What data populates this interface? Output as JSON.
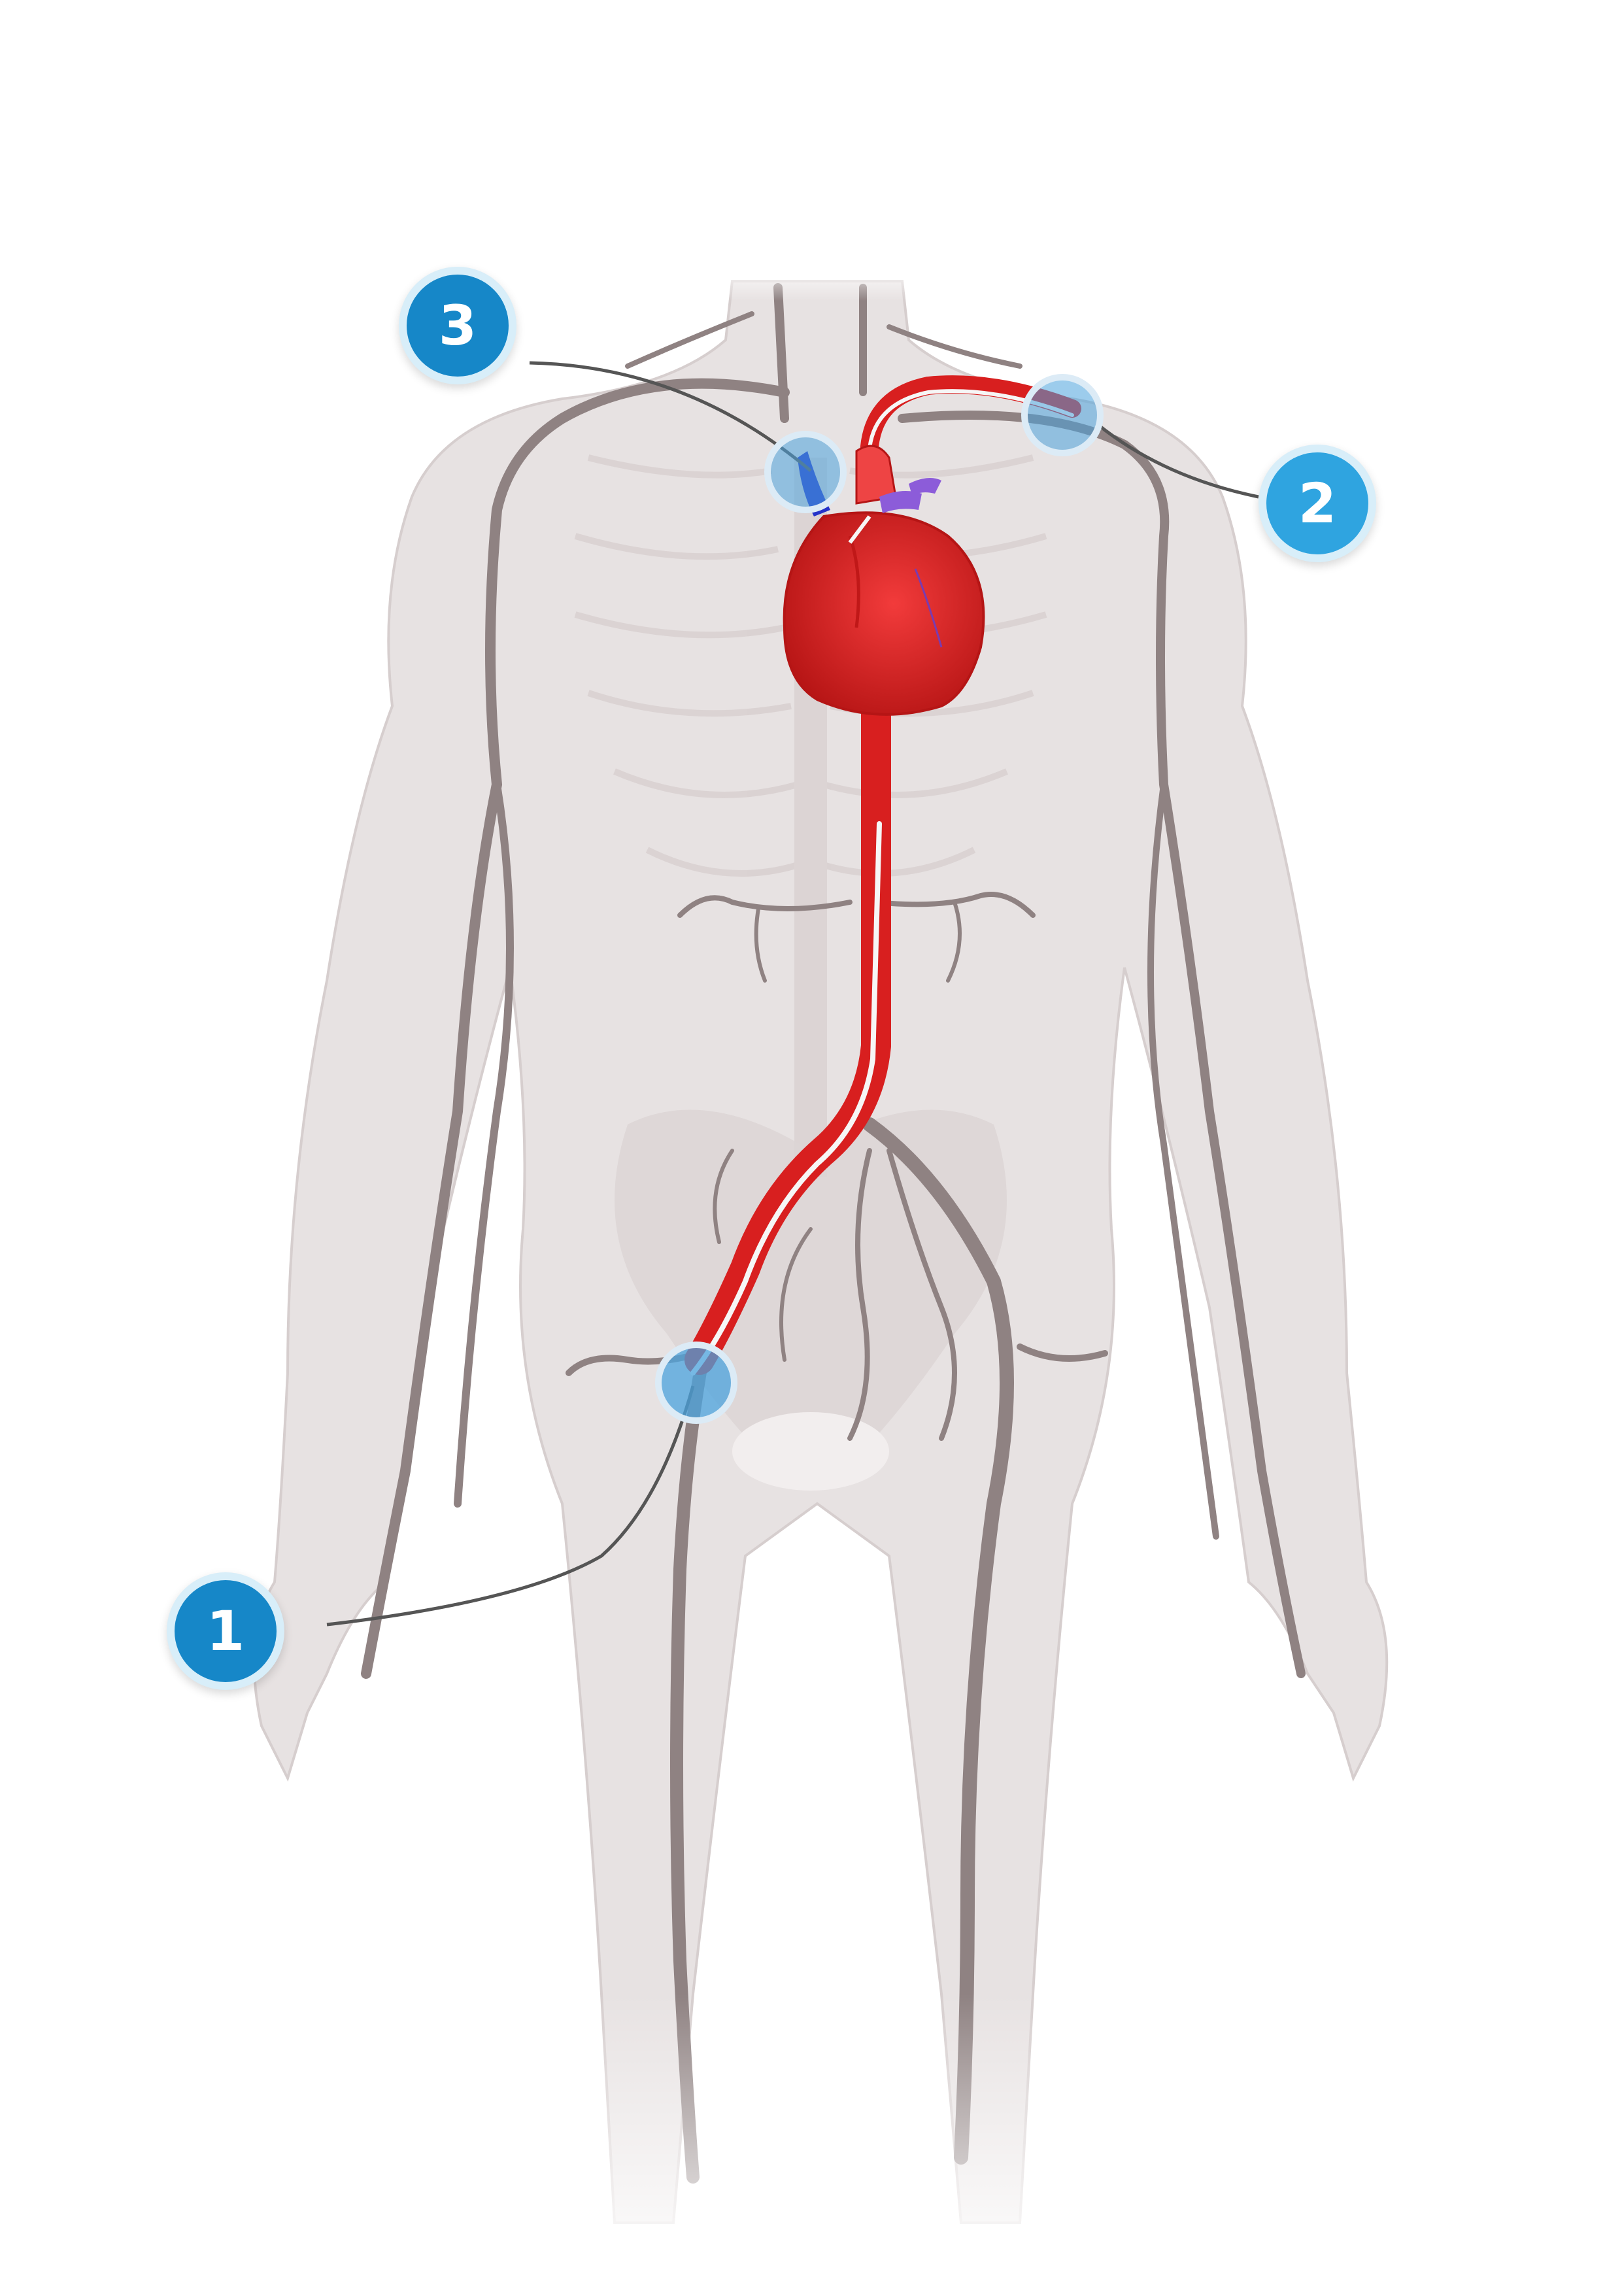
{
  "colors": {
    "body_fill": "#e7e2e2",
    "body_outline": "#d4cccc",
    "vessel": "#8f8282",
    "artery": "#d81f1f",
    "heart": "#e02626",
    "vein_blue": "#2433c9",
    "vein_purple": "#8c5cd9",
    "catheter": "#f4f4f4",
    "marker_ring": "#dcebf6",
    "marker_fill": "#4ba3dd",
    "badge": "#1687c8"
  },
  "access_sites": [
    {
      "label": "1",
      "site": "femoral"
    },
    {
      "label": "2",
      "site": "radial/brachial"
    },
    {
      "label": "3",
      "site": "jugular"
    }
  ]
}
